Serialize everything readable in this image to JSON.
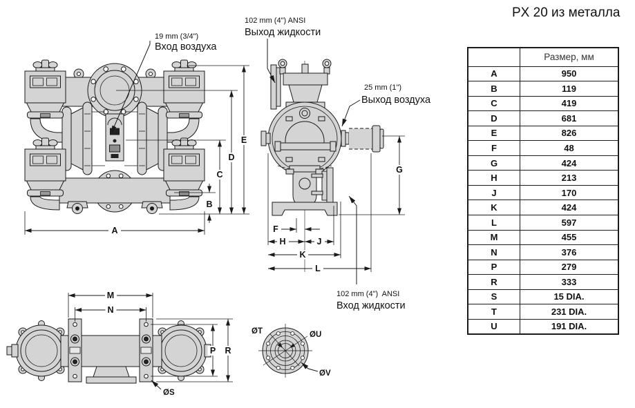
{
  "title": "PX 20 из металла",
  "colors": {
    "line": "#1a1a1a",
    "part_fill": "#d4d4d4",
    "background": "#ffffff"
  },
  "table": {
    "header": "Размер, мм",
    "rows": [
      {
        "label": "A",
        "value": "950"
      },
      {
        "label": "B",
        "value": "119"
      },
      {
        "label": "C",
        "value": "419"
      },
      {
        "label": "D",
        "value": "681"
      },
      {
        "label": "E",
        "value": "826"
      },
      {
        "label": "F",
        "value": "48"
      },
      {
        "label": "G",
        "value": "424"
      },
      {
        "label": "H",
        "value": "213"
      },
      {
        "label": "J",
        "value": "170"
      },
      {
        "label": "K",
        "value": "424"
      },
      {
        "label": "L",
        "value": "597"
      },
      {
        "label": "M",
        "value": "455"
      },
      {
        "label": "N",
        "value": "376"
      },
      {
        "label": "P",
        "value": "279"
      },
      {
        "label": "R",
        "value": "333"
      },
      {
        "label": "S",
        "value": "15 DIA."
      },
      {
        "label": "T",
        "value": "231 DIA."
      },
      {
        "label": "U",
        "value": "191 DIA."
      }
    ]
  },
  "callouts": {
    "air_inlet": {
      "size": "19 mm (3/4\")",
      "label": "Вход воздуха"
    },
    "fluid_outlet": {
      "size": "102 mm (4\") ANSI",
      "label": "Выход жидкости"
    },
    "air_exhaust": {
      "size": "25 mm (1\")",
      "label": "Выход воздуха"
    },
    "fluid_inlet": {
      "size": "102 mm (4\")  ANSI",
      "label": "Вход жидкости"
    }
  },
  "dims": {
    "A": "A",
    "B": "B",
    "C": "C",
    "D": "D",
    "E": "E",
    "F": "F",
    "G": "G",
    "H": "H",
    "J": "J",
    "K": "K",
    "L": "L",
    "M": "M",
    "N": "N",
    "P": "P",
    "R": "R",
    "S": "ØS",
    "T": "ØT",
    "U": "ØU",
    "V": "ØV"
  }
}
